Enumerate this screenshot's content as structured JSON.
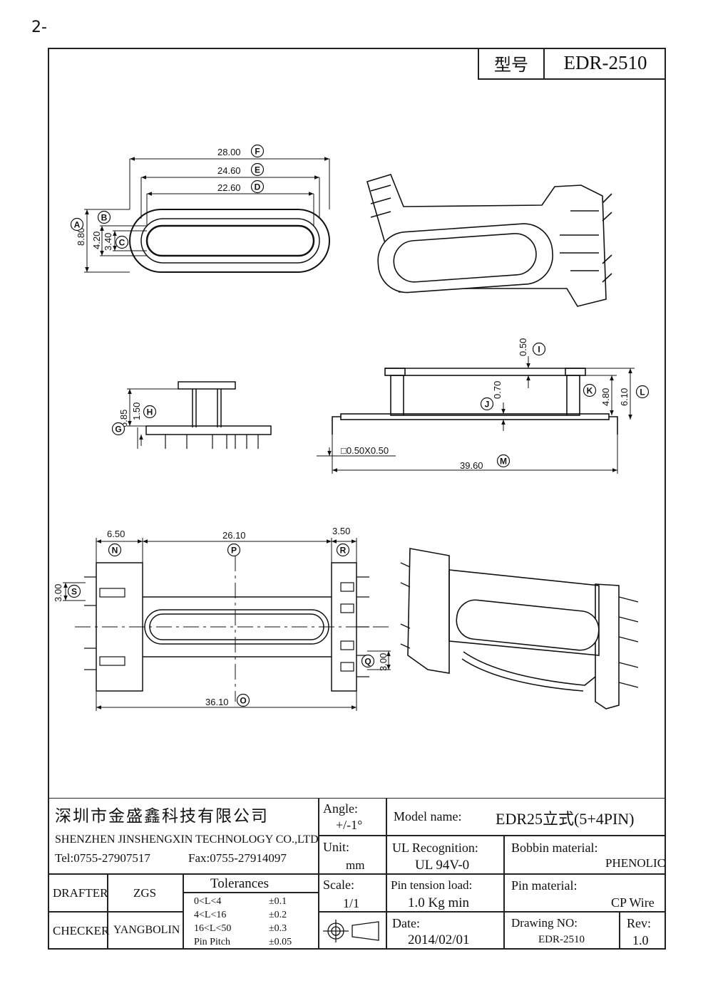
{
  "page_label": "2-",
  "model_code": {
    "label": "型号",
    "value": "EDR-2510"
  },
  "dims": {
    "top": {
      "F": "28.00",
      "E": "24.60",
      "D": "22.60",
      "A": "8.80",
      "B": "4.20",
      "C": "3.40"
    },
    "side_small": {
      "G": "1.50",
      "H": "6.85"
    },
    "front": {
      "I": "0.50",
      "J": "0.70",
      "K": "4.80",
      "L": "6.10",
      "pin": "□0.50X0.50",
      "M": "39.60"
    },
    "bottom": {
      "N": "6.50",
      "P": "26.10",
      "R": "3.50",
      "S": "3.00",
      "Q": "3.00",
      "O": "36.10"
    }
  },
  "letters": [
    "A",
    "B",
    "C",
    "D",
    "E",
    "F",
    "G",
    "H",
    "I",
    "J",
    "K",
    "L",
    "M",
    "N",
    "O",
    "P",
    "Q",
    "R",
    "S"
  ],
  "title_block": {
    "company_cn": "深圳市金盛鑫科技有限公司",
    "company_en": "SHENZHEN JINSHENGXIN TECHNOLOGY CO.,LTD",
    "tel": "Tel:0755-27907517",
    "fax": "Fax:0755-27914097",
    "angle_label": "Angle:",
    "angle_value": "+/-1°",
    "unit_label": "Unit:",
    "unit_value": "mm",
    "scale_label": "Scale:",
    "scale_value": "1/1",
    "model_name_label": "Model name:",
    "model_name_value": "EDR25立式(5+4PIN)",
    "ul_label": "UL Recognition:",
    "ul_value": "UL 94V-0",
    "bobbin_label": "Bobbin material:",
    "bobbin_value": "PHENOLIC",
    "pin_tension_label": "Pin tension load:",
    "pin_tension_value": "1.0 Kg min",
    "pin_material_label": "Pin material:",
    "pin_material_value": "CP Wire",
    "drafter_label": "DRAFTER",
    "drafter_value": "ZGS",
    "checker_label": "CHECKER",
    "checker_value": "YANGBOLIN",
    "tolerances_label": "Tolerances",
    "tolerances": [
      {
        "range": "0<L<4",
        "tol": "±0.1"
      },
      {
        "range": "4<L<16",
        "tol": "±0.2"
      },
      {
        "range": "16<L<50",
        "tol": "±0.3"
      },
      {
        "range": "Pin Pitch",
        "tol": "±0.05"
      }
    ],
    "date_label": "Date:",
    "date_value": "2014/02/01",
    "drawing_no_label": "Drawing NO:",
    "drawing_no_value": "EDR-2510",
    "rev_label": "Rev:",
    "rev_value": "1.0"
  }
}
